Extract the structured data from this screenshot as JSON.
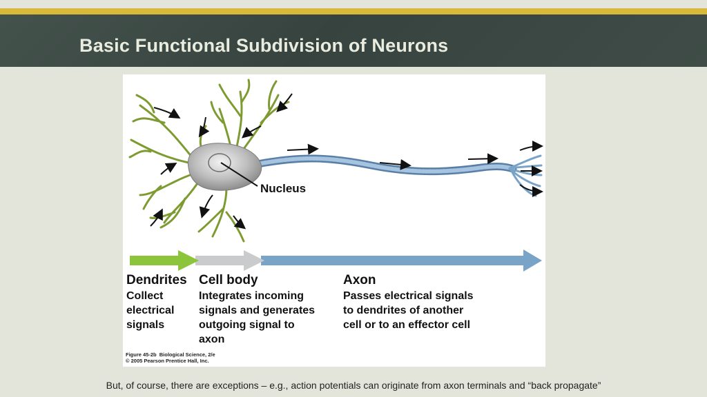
{
  "slide": {
    "title": "Basic Functional Subdivision of Neurons",
    "footer": "But, of course, there are exceptions – e.g., action potentials can originate from axon terminals and “back propagate”"
  },
  "figure": {
    "nucleus_label": "Nucleus",
    "sections": [
      {
        "heading": "Dendrites",
        "description": "Collect\nelectrical\nsignals",
        "color": "#8cc43c"
      },
      {
        "heading": "Cell body",
        "description": "Integrates incoming\nsignals and generates\noutgoing signal to\naxon",
        "color": "#c9cbcc"
      },
      {
        "heading": "Axon",
        "description": "Passes electrical signals\nto dendrites of another\ncell or to an effector cell",
        "color": "#7aa3c8"
      }
    ],
    "credit": "Figure 45-2b  Biological Science, 2/e\n© 2005 Pearson Prentice Hall, Inc."
  },
  "colors": {
    "gold_bar": "#d9b93a",
    "title_band": "#3e4b46",
    "background": "#e3e5da"
  }
}
